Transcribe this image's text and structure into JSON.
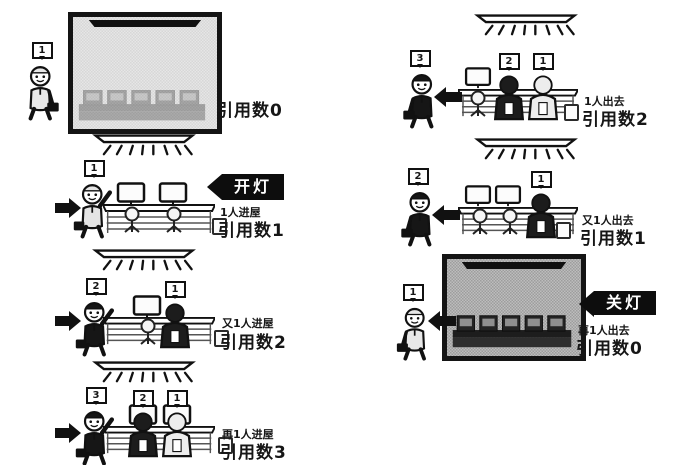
{
  "panels": {
    "l1": {
      "enter_badge": "1",
      "ref_label": "引用数0"
    },
    "l2": {
      "banner_label": "开灯",
      "enter_badge": "1",
      "event_label": "1人进屋",
      "ref_label": "引用数1"
    },
    "l3": {
      "enter_badge": "2",
      "seated_badges": [
        "1"
      ],
      "event_label": "又1人进屋",
      "ref_label": "引用数2"
    },
    "l4": {
      "enter_badge": "3",
      "seated_badges": [
        "2",
        "1"
      ],
      "event_label": "再1人进屋",
      "ref_label": "引用数3"
    },
    "r1": {
      "exit_badge": "3",
      "seated_badges": [
        "2",
        "1"
      ],
      "event_label": "1人出去",
      "ref_label": "引用数2"
    },
    "r2": {
      "exit_badge": "2",
      "seated_badges": [
        "1"
      ],
      "event_label": "又1人出去",
      "ref_label": "引用数1"
    },
    "r3": {
      "banner_label": "关灯",
      "exit_badge": "1",
      "event_label": "再1人出去",
      "ref_label": "引用数0"
    }
  },
  "colors": {
    "ink": "#161616",
    "paper": "#ffffff",
    "banner_bg": "#0d0d0d",
    "banner_text": "#ffffff",
    "room_off_fill": "#bdbdbd"
  }
}
